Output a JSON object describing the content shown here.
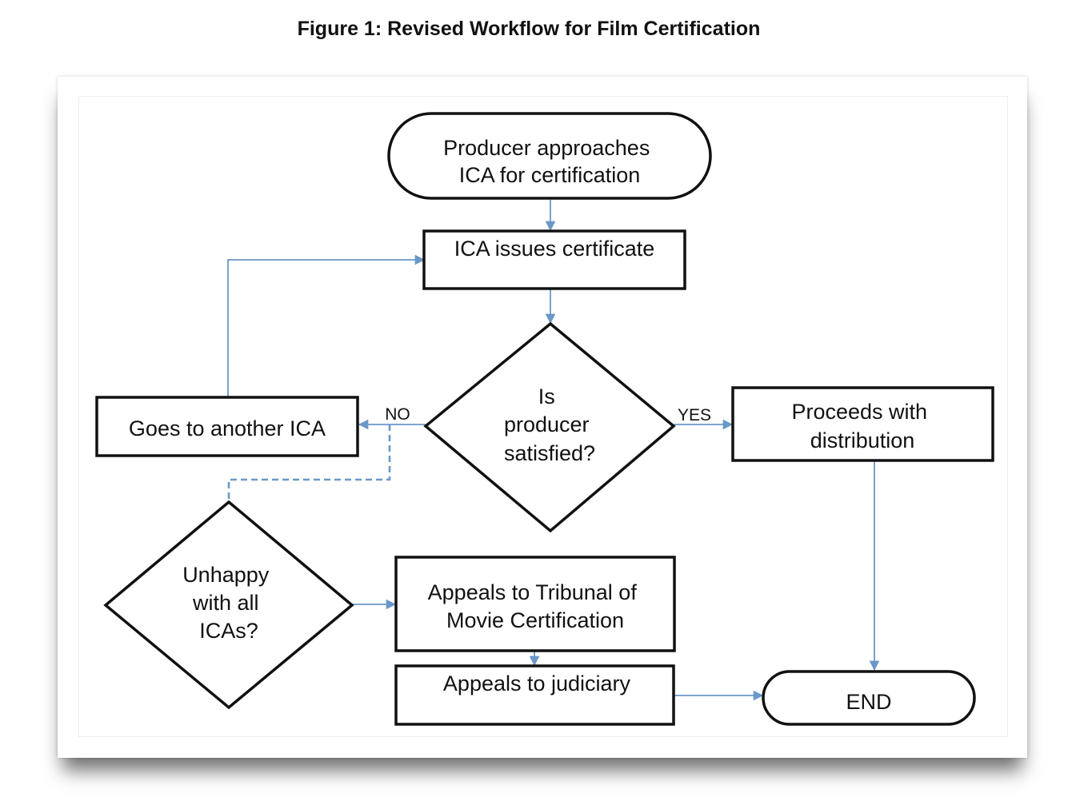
{
  "figure": {
    "title": "Figure 1: Revised Workflow for Film Certification"
  },
  "colors": {
    "connector": "#6a98c8",
    "outline": "#111111",
    "background": "#ffffff"
  },
  "nodes": {
    "start": {
      "shape": "terminal",
      "lines": [
        "Producer approaches",
        "ICA for certification"
      ]
    },
    "issue": {
      "shape": "process",
      "lines": [
        "ICA issues certificate"
      ]
    },
    "satisfied": {
      "shape": "decision",
      "lines": [
        "Is",
        "producer",
        "satisfied?"
      ]
    },
    "another": {
      "shape": "process",
      "lines": [
        "Goes to another ICA"
      ]
    },
    "proceeds": {
      "shape": "process",
      "lines": [
        "Proceeds with",
        "distribution"
      ]
    },
    "unhappy": {
      "shape": "decision",
      "lines": [
        "Unhappy",
        "with all",
        "ICAs?"
      ]
    },
    "tribunal": {
      "shape": "process",
      "lines": [
        "Appeals to Tribunal of",
        "Movie Certification"
      ]
    },
    "judiciary": {
      "shape": "process",
      "lines": [
        "Appeals to judiciary"
      ]
    },
    "end": {
      "shape": "terminal",
      "lines": [
        "END"
      ]
    }
  },
  "edges": {
    "no_label": "NO",
    "yes_label": "YES"
  }
}
